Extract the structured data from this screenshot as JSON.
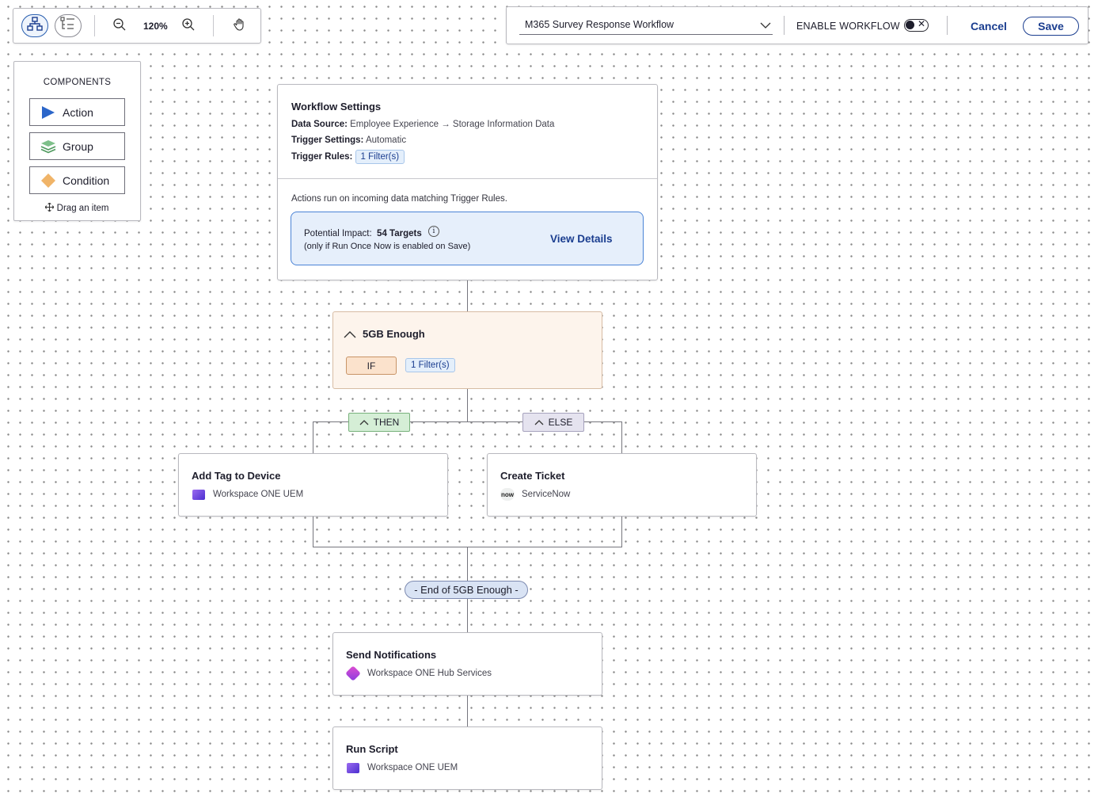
{
  "toolbar": {
    "zoom_level": "120%",
    "icons": [
      "hierarchy-view-icon",
      "list-view-icon",
      "zoom-out-icon",
      "zoom-in-icon",
      "hand-pan-icon"
    ]
  },
  "header": {
    "workflow_name": "M365 Survey Response Workflow",
    "enable_label": "ENABLE WORKFLOW",
    "toggle_state": "off",
    "toggle_symbol": "✕",
    "cancel_label": "Cancel",
    "save_label": "Save"
  },
  "components": {
    "title": "COMPONENTS",
    "items": [
      {
        "label": "Action",
        "icon": "action-play-icon"
      },
      {
        "label": "Group",
        "icon": "group-layers-icon"
      },
      {
        "label": "Condition",
        "icon": "condition-diamond-icon"
      }
    ],
    "drag_hint": "Drag an item"
  },
  "settings": {
    "title": "Workflow Settings",
    "data_source_label": "Data Source:",
    "data_source_value": "Employee Experience → Storage Information Data",
    "trigger_settings_label": "Trigger Settings:",
    "trigger_settings_value": "Automatic",
    "trigger_rules_label": "Trigger Rules:",
    "trigger_rules_chip": "1 Filter(s)",
    "note": "Actions run on incoming data matching Trigger Rules.",
    "impact_label": "Potential Impact:",
    "impact_value": "54 Targets",
    "impact_note": "(only if Run Once Now is enabled on Save)",
    "view_details": "View Details"
  },
  "condition": {
    "title": "5GB Enough",
    "if_label": "IF",
    "filter_chip": "1 Filter(s)",
    "then_label": "THEN",
    "else_label": "ELSE",
    "end_label": "- End of 5GB Enough -"
  },
  "actions": {
    "add_tag": {
      "title": "Add Tag to Device",
      "connector": "Workspace ONE UEM"
    },
    "create_ticket": {
      "title": "Create Ticket",
      "connector": "ServiceNow",
      "logo_text": "now"
    },
    "send_notifications": {
      "title": "Send Notifications",
      "connector": "Workspace ONE Hub Services"
    },
    "run_script": {
      "title": "Run Script",
      "connector": "Workspace ONE UEM"
    }
  },
  "colors": {
    "primary": "#1a3d8f",
    "impact_bg": "#e6effb",
    "condition_bg": "#fdf4ec",
    "then_bg": "#d5eed6",
    "else_bg": "#e5e3ef"
  }
}
